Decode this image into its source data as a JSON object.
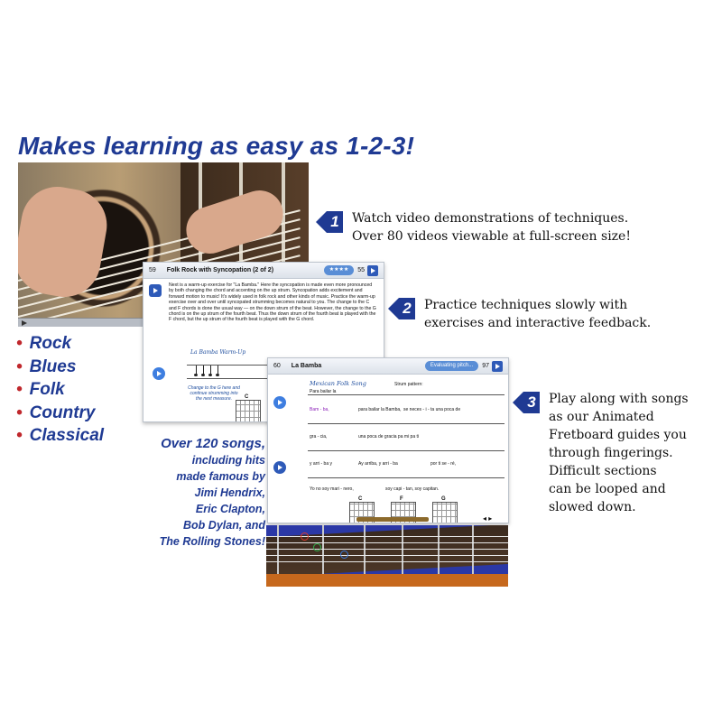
{
  "headline": "Makes learning as easy as 1-2-3!",
  "genres": [
    "Rock",
    "Blues",
    "Folk",
    "Country",
    "Classical"
  ],
  "songs_note": {
    "line1": "Over 120 songs,",
    "line2": "including hits",
    "line3": "made famous by",
    "line4": "Jimi Hendrix,",
    "line5": "Eric Clapton,",
    "line6": "Bob Dylan, and",
    "line7": "The Rolling Stones!"
  },
  "callouts": [
    {
      "num": "1",
      "lines": [
        "Watch video demonstrations of techniques.",
        "Over 80 videos viewable at full-screen size!"
      ]
    },
    {
      "num": "2",
      "lines": [
        "Practice techniques slowly with",
        "exercises and interactive feedback."
      ]
    },
    {
      "num": "3",
      "lines": [
        "Play along with songs",
        "as our Animated",
        "Fretboard guides you",
        "through fingerings.",
        "Difficult sections",
        "can be looped and",
        "slowed down."
      ]
    }
  ],
  "card1": {
    "page": "59",
    "title": "Folk Rock with Syncopation (2 of 2)",
    "rating": "★★★★",
    "counter": "55",
    "paragraph": "Next is a warm-up exercise for \"La Bamba.\" Here the syncopation is made even more pronounced by both changing the chord and accenting on the up strum. Syncopation adds excitement and forward motion to music! It's widely used in folk rock and other kinds of music. Practice the warm-up exercise over and over until syncopated strumming becomes natural to you. The change to the C and F chords is done the usual way — on the down strum of the beat. However, the change to the G chord is on the up strum of the fourth beat. Thus the down strum of the fourth beat is played with the F chord, but the up strum of the fourth beat is played with the G chord.",
    "exercise_title": "La Bamba Warm-Up",
    "change_note": "Change to the G here and continue strumming into the next measure.",
    "chord": "C"
  },
  "card2": {
    "page": "60",
    "title": "La Bamba",
    "pill": "Evaluating pitch...",
    "counter": "97",
    "song_title": "Mexican Folk Song",
    "strum_label": "Strum pattern:",
    "sub_label": "Para bailar la",
    "lyrics": [
      "Bam - ba,",
      "para bailar la Bamba,",
      "se neces - i - ta una poca de",
      "gra - cia,",
      "una poca de gracia pa mi pa ti",
      "y arri - ba y",
      "Ay arriba, y arri - ba",
      "por ti se - ré,",
      "Yo no soy mari - nero,",
      "soy capi - tan, soy capitan."
    ],
    "chords": [
      "C",
      "F",
      "G"
    ]
  }
}
